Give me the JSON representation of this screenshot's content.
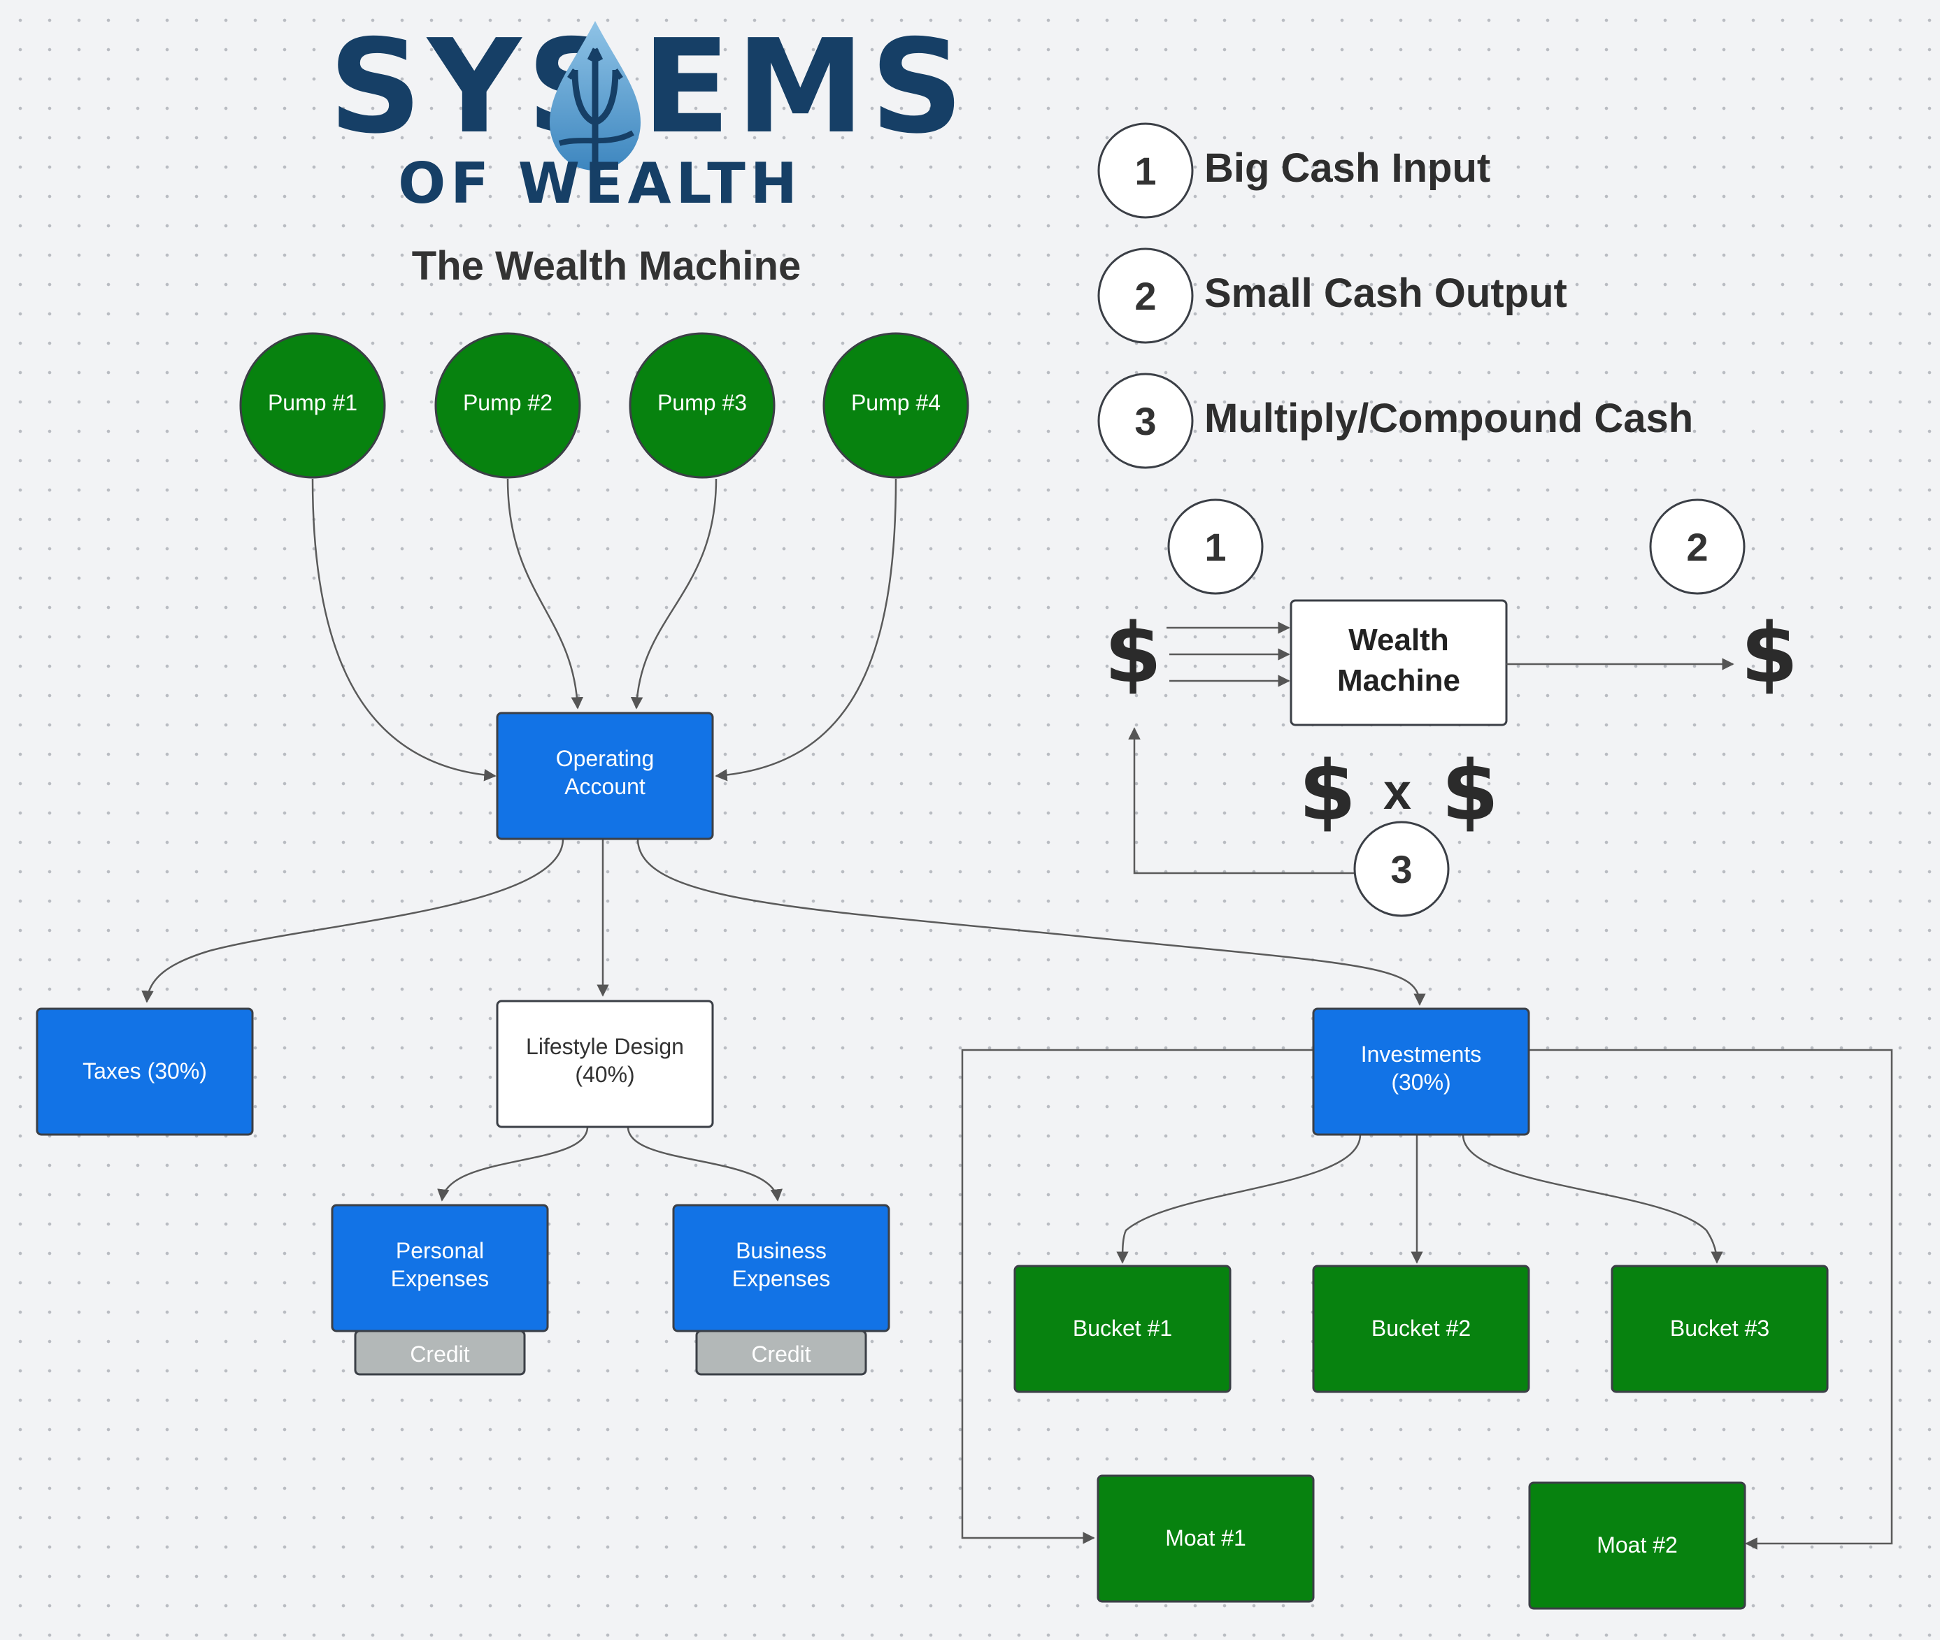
{
  "logo": {
    "word_left": "SYS",
    "word_right": "EMS",
    "subtitle": "OF WEALTH",
    "emblem": "trident-drop-icon"
  },
  "title": "The Wealth Machine",
  "legend": [
    {
      "num": "1",
      "label": "Big Cash Input"
    },
    {
      "num": "2",
      "label": "Small Cash Output"
    },
    {
      "num": "3",
      "label": "Multiply/Compound Cash"
    }
  ],
  "pumps": [
    "Pump #1",
    "Pump #2",
    "Pump #3",
    "Pump #4"
  ],
  "operating": [
    "Operating",
    "Account"
  ],
  "taxes": "Taxes (30%)",
  "lifestyle": [
    "Lifestyle Design",
    "(40%)"
  ],
  "investments": [
    "Investments",
    "(30%)"
  ],
  "personal": [
    "Personal",
    "Expenses"
  ],
  "business": [
    "Business",
    "Expenses"
  ],
  "credit": "Credit",
  "buckets": [
    "Bucket #1",
    "Bucket #2",
    "Bucket #3"
  ],
  "moats": [
    "Moat #1",
    "Moat #2"
  ],
  "machine": {
    "label": [
      "Wealth",
      "Machine"
    ],
    "input_marker": "1",
    "output_marker": "2",
    "loop_marker": "3",
    "dollar": "$",
    "times": "x"
  },
  "colors": {
    "blue": "#1273e6",
    "green": "#07820f",
    "credit": "#b3b8b8",
    "logo": "#163f66"
  }
}
